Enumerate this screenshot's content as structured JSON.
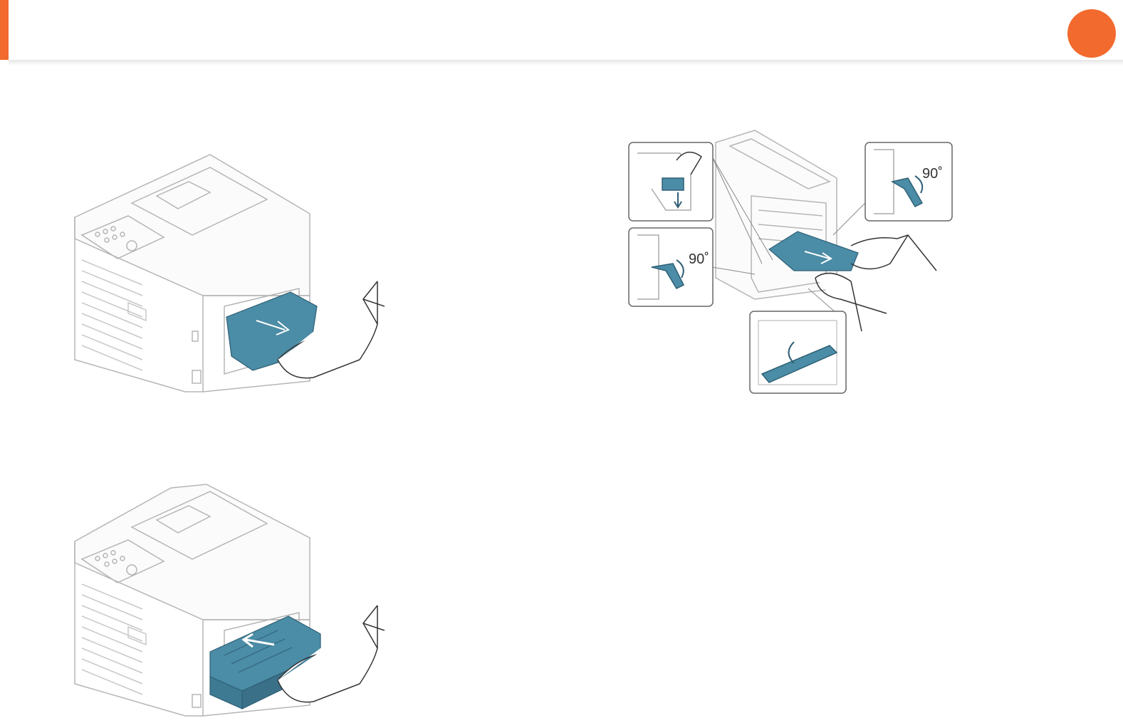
{
  "header": {
    "accent_color": "#f26a2e",
    "marker_color": "#f26a2e"
  },
  "figures": {
    "step1": {
      "icon": "printer-rear-pull-paper-illustration"
    },
    "step2": {
      "icon": "printer-duplex-unit-insert-illustration"
    },
    "step3": {
      "icon": "fuser-levers-release-illustration",
      "angle_label_top": "90˚",
      "angle_label_left": "90˚"
    }
  },
  "colors": {
    "paper_blue": "#4b8ca6",
    "line_gray": "#b5b5b5"
  }
}
